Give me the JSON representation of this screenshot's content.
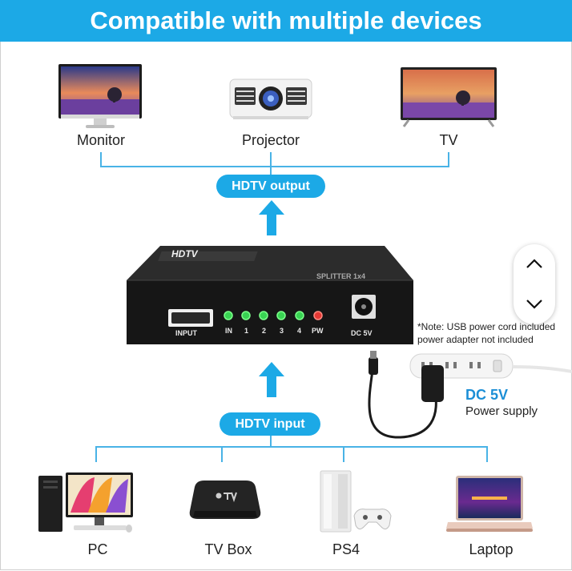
{
  "banner": {
    "title": "Compatible with multiple devices"
  },
  "outputs": {
    "pill": "HDTV output",
    "devices": [
      {
        "label": "Monitor",
        "icon": "monitor-icon"
      },
      {
        "label": "Projector",
        "icon": "projector-icon"
      },
      {
        "label": "TV",
        "icon": "tv-icon"
      }
    ]
  },
  "splitter": {
    "logo": "HDTV",
    "model": "SPLITTER 1x4",
    "ports": {
      "input": "INPUT",
      "dc": "DC 5V"
    },
    "leds": [
      "IN",
      "1",
      "2",
      "3",
      "4",
      "PW"
    ]
  },
  "note": {
    "line1": "*Note: USB power cord included",
    "line2": "power adapter not included"
  },
  "power": {
    "title": "DC 5V",
    "subtitle": "Power supply"
  },
  "inputs": {
    "pill": "HDTV input",
    "devices": [
      {
        "label": "PC",
        "icon": "pc-icon"
      },
      {
        "label": "TV Box",
        "icon": "tv-box-icon"
      },
      {
        "label": "PS4",
        "icon": "ps4-icon"
      },
      {
        "label": "Laptop",
        "icon": "laptop-icon"
      }
    ]
  },
  "colors": {
    "accent": "#1ca9e6",
    "led_green": "#2ecc40",
    "led_red": "#e53935"
  }
}
